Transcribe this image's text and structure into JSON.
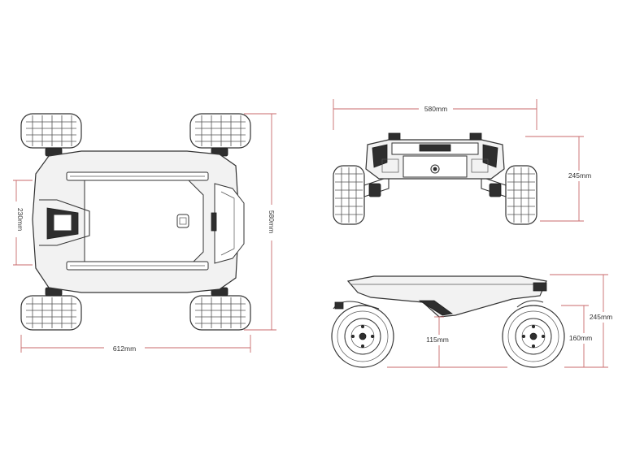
{
  "dimensions": {
    "top_width": "230mm",
    "top_length": "580mm",
    "top_overall": "612mm",
    "front_width": "580mm",
    "front_height": "245mm",
    "side_height": "245mm",
    "side_clearance": "115mm",
    "side_wheel": "160mm"
  },
  "colors": {
    "dimension_line": "#c9696b",
    "ink": "#333333"
  }
}
